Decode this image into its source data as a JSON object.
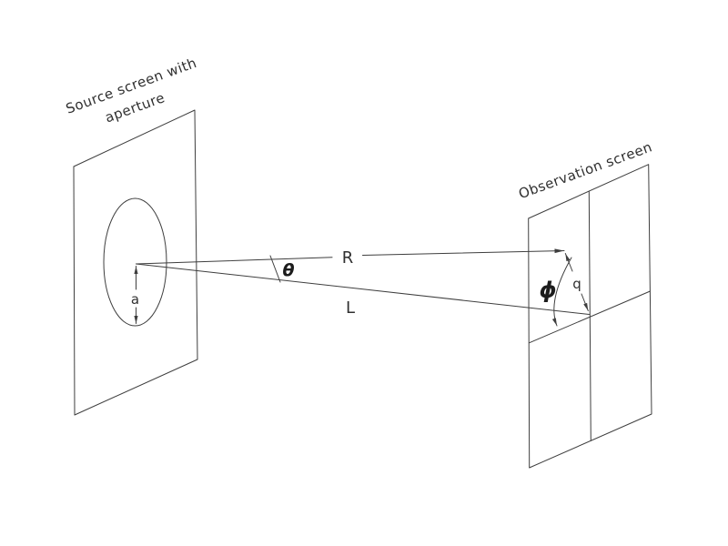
{
  "diagram": {
    "background_color": "#ffffff",
    "line_color": "#3e3e3e",
    "text_color": "#303030",
    "source_screen": {
      "label_line1": "Source screen with",
      "label_line2": "aperture",
      "aperture_dimension_label": "a"
    },
    "observation_screen": {
      "label": "Observation screen",
      "offset_dimension_label": "q",
      "azimuth_angle_label": "ϕ"
    },
    "rays": {
      "upper_ray_label": "R",
      "axis_ray_label": "L",
      "divergence_angle_label": "θ"
    }
  }
}
